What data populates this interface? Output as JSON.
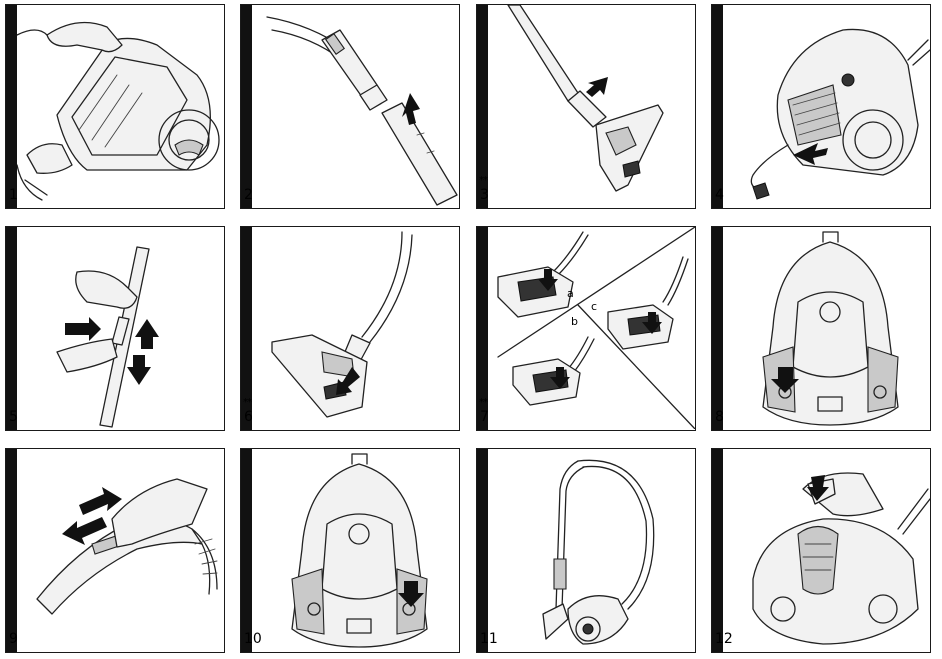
{
  "steps": [
    {
      "number": "1",
      "marker": "",
      "icon": "carry-handle-illustration"
    },
    {
      "number": "2",
      "marker": "",
      "icon": "hose-to-tube-illustration"
    },
    {
      "number": "3",
      "marker": "**",
      "icon": "attach-floor-head-illustration"
    },
    {
      "number": "4",
      "marker": "",
      "icon": "pull-power-cord-illustration"
    },
    {
      "number": "5",
      "marker": "",
      "icon": "telescopic-tube-adjust-illustration"
    },
    {
      "number": "6",
      "marker": "**",
      "icon": "floor-head-pedal-illustration"
    },
    {
      "number": "7",
      "marker": "**",
      "icon": "floor-head-positions-illustration",
      "labels": {
        "a": "a",
        "b": "b",
        "c": "c"
      }
    },
    {
      "number": "8",
      "marker": "",
      "icon": "power-button-illustration"
    },
    {
      "number": "9",
      "marker": "",
      "icon": "suction-slider-illustration"
    },
    {
      "number": "10",
      "marker": "",
      "icon": "cord-rewind-button-illustration"
    },
    {
      "number": "11",
      "marker": "",
      "icon": "parking-storage-illustration"
    },
    {
      "number": "12",
      "marker": "",
      "icon": "remove-dust-container-illustration"
    }
  ]
}
